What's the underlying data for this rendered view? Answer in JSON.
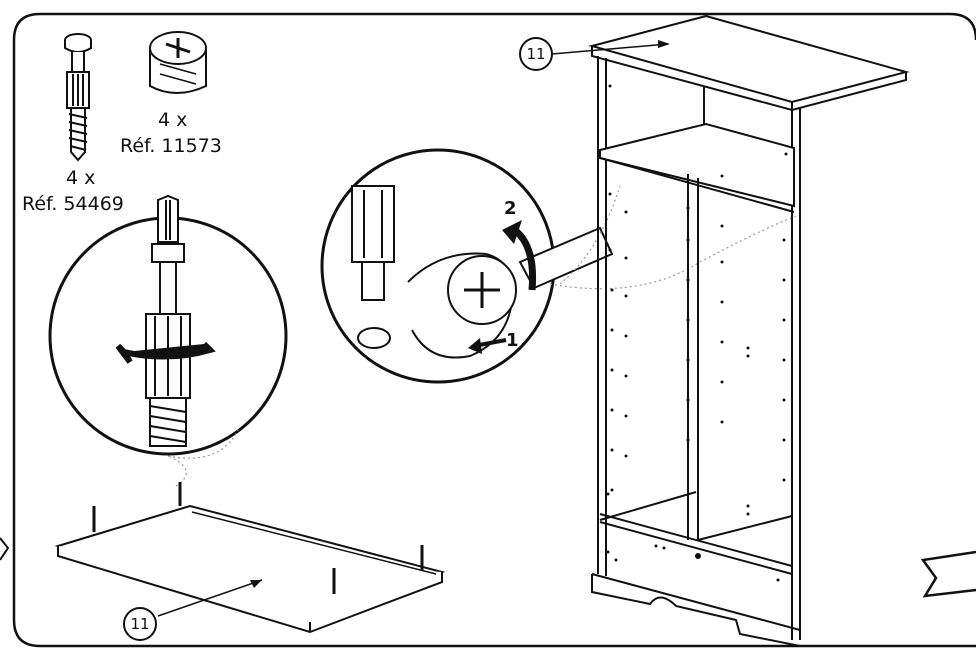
{
  "parts": {
    "cam_qty": "4 x",
    "cam_ref": "Réf. 11573",
    "bolt_qty": "4 x",
    "bolt_ref": "Réf. 54469"
  },
  "callouts": {
    "top_panel": "11",
    "floor_panel": "11"
  },
  "steps": {
    "push": "1",
    "turn": "2"
  }
}
